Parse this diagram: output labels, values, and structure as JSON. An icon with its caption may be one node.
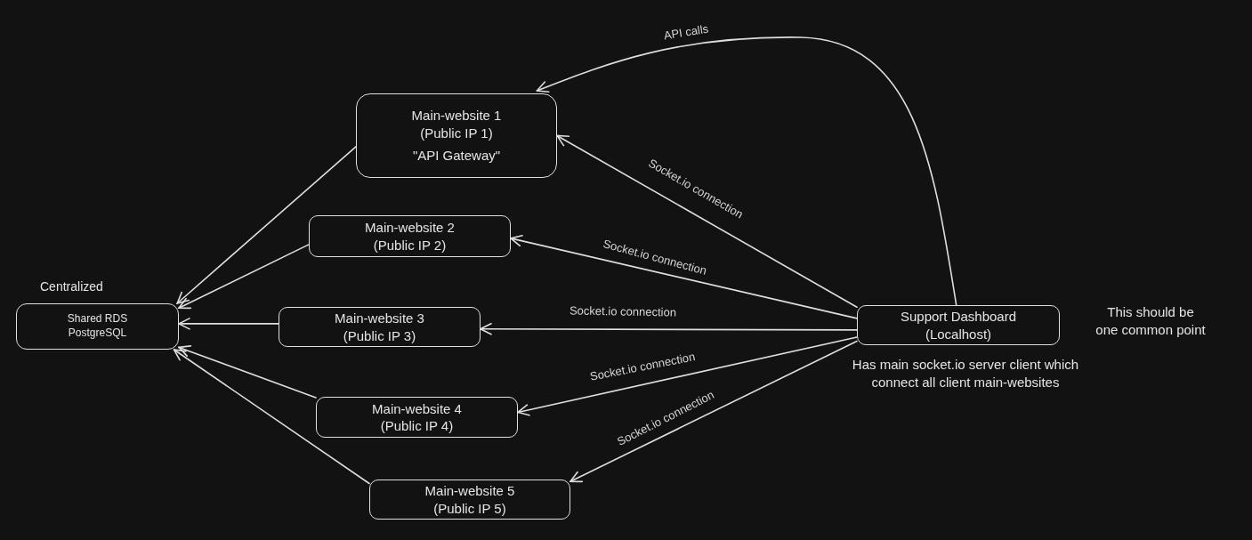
{
  "diagram": {
    "nodes": [
      {
        "text": [
          "Centralized",
          "Shared RDS PostgreSQL"
        ]
      },
      {
        "text": [
          "Main-website 1 (Public IP 1)",
          "\"API Gateway\""
        ]
      },
      {
        "text": [
          "Main-website 2 (Public IP 2)"
        ]
      },
      {
        "text": [
          "Main-website 3 (Public IP 3)"
        ]
      },
      {
        "text": [
          "Main-website 4 (Public IP 4)"
        ]
      },
      {
        "text": [
          "Main-website 5 (Public IP 5)"
        ]
      },
      {
        "text": [
          "Support Dashboard (Localhost)"
        ],
        "beside": [
          "This should be one common point",
          "Has main socket.io server client which connect all client main-websites"
        ]
      }
    ],
    "edges": [
      {
        "from": 1,
        "to": 0,
        "arrow": "to"
      },
      {
        "from": 2,
        "to": 0,
        "arrow": "to"
      },
      {
        "from": 3,
        "to": 0,
        "arrow": "to"
      },
      {
        "from": 4,
        "to": 0,
        "arrow": "to"
      },
      {
        "from": 5,
        "to": 0,
        "arrow": "to"
      },
      {
        "from": 6,
        "to": 1,
        "arrow": "to",
        "label": "Socket.io connection"
      },
      {
        "from": 6,
        "to": 2,
        "arrow": "to",
        "label": "Socket.io connection"
      },
      {
        "from": 6,
        "to": 3,
        "arrow": "to",
        "label": "Socket.io connection"
      },
      {
        "from": 6,
        "to": 4,
        "arrow": "to",
        "label": "Socket.io connection"
      },
      {
        "from": 6,
        "to": 5,
        "arrow": "to",
        "label": "Socket.io connection"
      },
      {
        "from": 6,
        "to": 1,
        "arrow": "to",
        "label": "API calls"
      }
    ]
  }
}
